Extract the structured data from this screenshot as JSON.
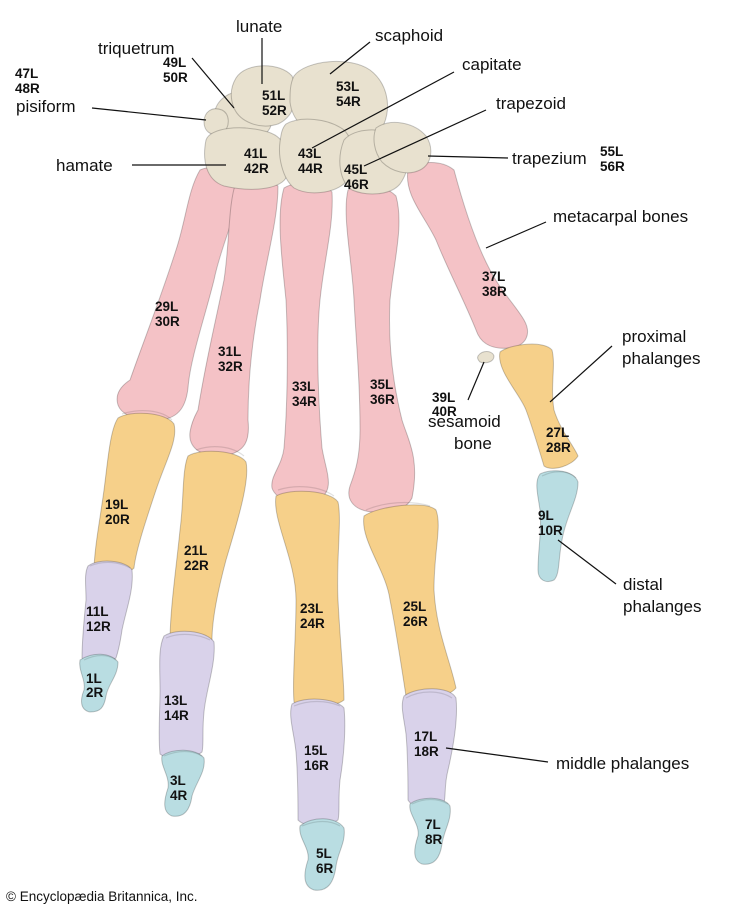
{
  "labels": {
    "lunate": "lunate",
    "triquetrum": "triquetrum",
    "scaphoid": "scaphoid",
    "capitate": "capitate",
    "pisiform": "pisiform",
    "trapezoid": "trapezoid",
    "hamate": "hamate",
    "trapezium": "trapezium",
    "metacarpal": "metacarpal bones",
    "proximal_1": "proximal",
    "proximal_2": "phalanges",
    "sesamoid_1": "sesamoid",
    "sesamoid_2": "bone",
    "distal_1": "distal",
    "distal_2": "phalanges",
    "middle": "middle phalanges"
  },
  "numbers": {
    "n47": "47L",
    "n48": "48R",
    "n49": "49L",
    "n50": "50R",
    "n51": "51L",
    "n52": "52R",
    "n53": "53L",
    "n54": "54R",
    "n41": "41L",
    "n42": "42R",
    "n43": "43L",
    "n44": "44R",
    "n45": "45L",
    "n46": "46R",
    "n55": "55L",
    "n56": "56R",
    "n37": "37L",
    "n38": "38R",
    "n29": "29L",
    "n30": "30R",
    "n31": "31L",
    "n32": "32R",
    "n33": "33L",
    "n34": "34R",
    "n35": "35L",
    "n36": "36R",
    "n39": "39L",
    "n40": "40R",
    "n27": "27L",
    "n28": "28R",
    "n19": "19L",
    "n20": "20R",
    "n21": "21L",
    "n22": "22R",
    "n23": "23L",
    "n24": "24R",
    "n25": "25L",
    "n26": "26R",
    "n9": "9L",
    "n10": "10R",
    "n11": "11L",
    "n12": "12R",
    "n13": "13L",
    "n14": "14R",
    "n15": "15L",
    "n16": "16R",
    "n17": "17L",
    "n18": "18R",
    "n1": "1L",
    "n2": "2R",
    "n3": "3L",
    "n4": "4R",
    "n5": "5L",
    "n6": "6R",
    "n7": "7L",
    "n8": "8R"
  },
  "credit": "© Encyclopædia Britannica, Inc.",
  "colors": {
    "carpal": "#e8e1cf",
    "metacarpal": "#f4c2c6",
    "proximal": "#f6d08a",
    "middle": "#d9d2ea",
    "distal": "#b9dde2"
  }
}
